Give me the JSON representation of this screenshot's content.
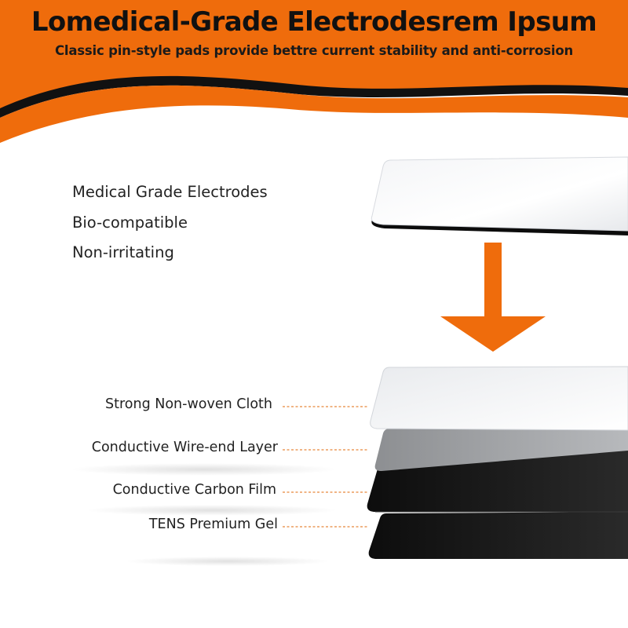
{
  "header": {
    "title": "Lomedical-Grade Electrodesrem Ipsum",
    "subtitle": "Classic pin-style pads provide bettre current stability and anti-corrosion"
  },
  "features": [
    "Medical Grade Electrodes",
    "Bio-compatible",
    "Non-irritating"
  ],
  "layers": [
    "Strong Non-woven Cloth",
    "Conductive Wire-end Layer",
    "Conductive Carbon Film",
    "TENS Premium Gel"
  ],
  "colors": {
    "accent": "#ef6c0c",
    "banner_shadow": "#111111",
    "connector": "#e8873a"
  },
  "icons": {
    "arrow": "arrow-down-icon"
  }
}
